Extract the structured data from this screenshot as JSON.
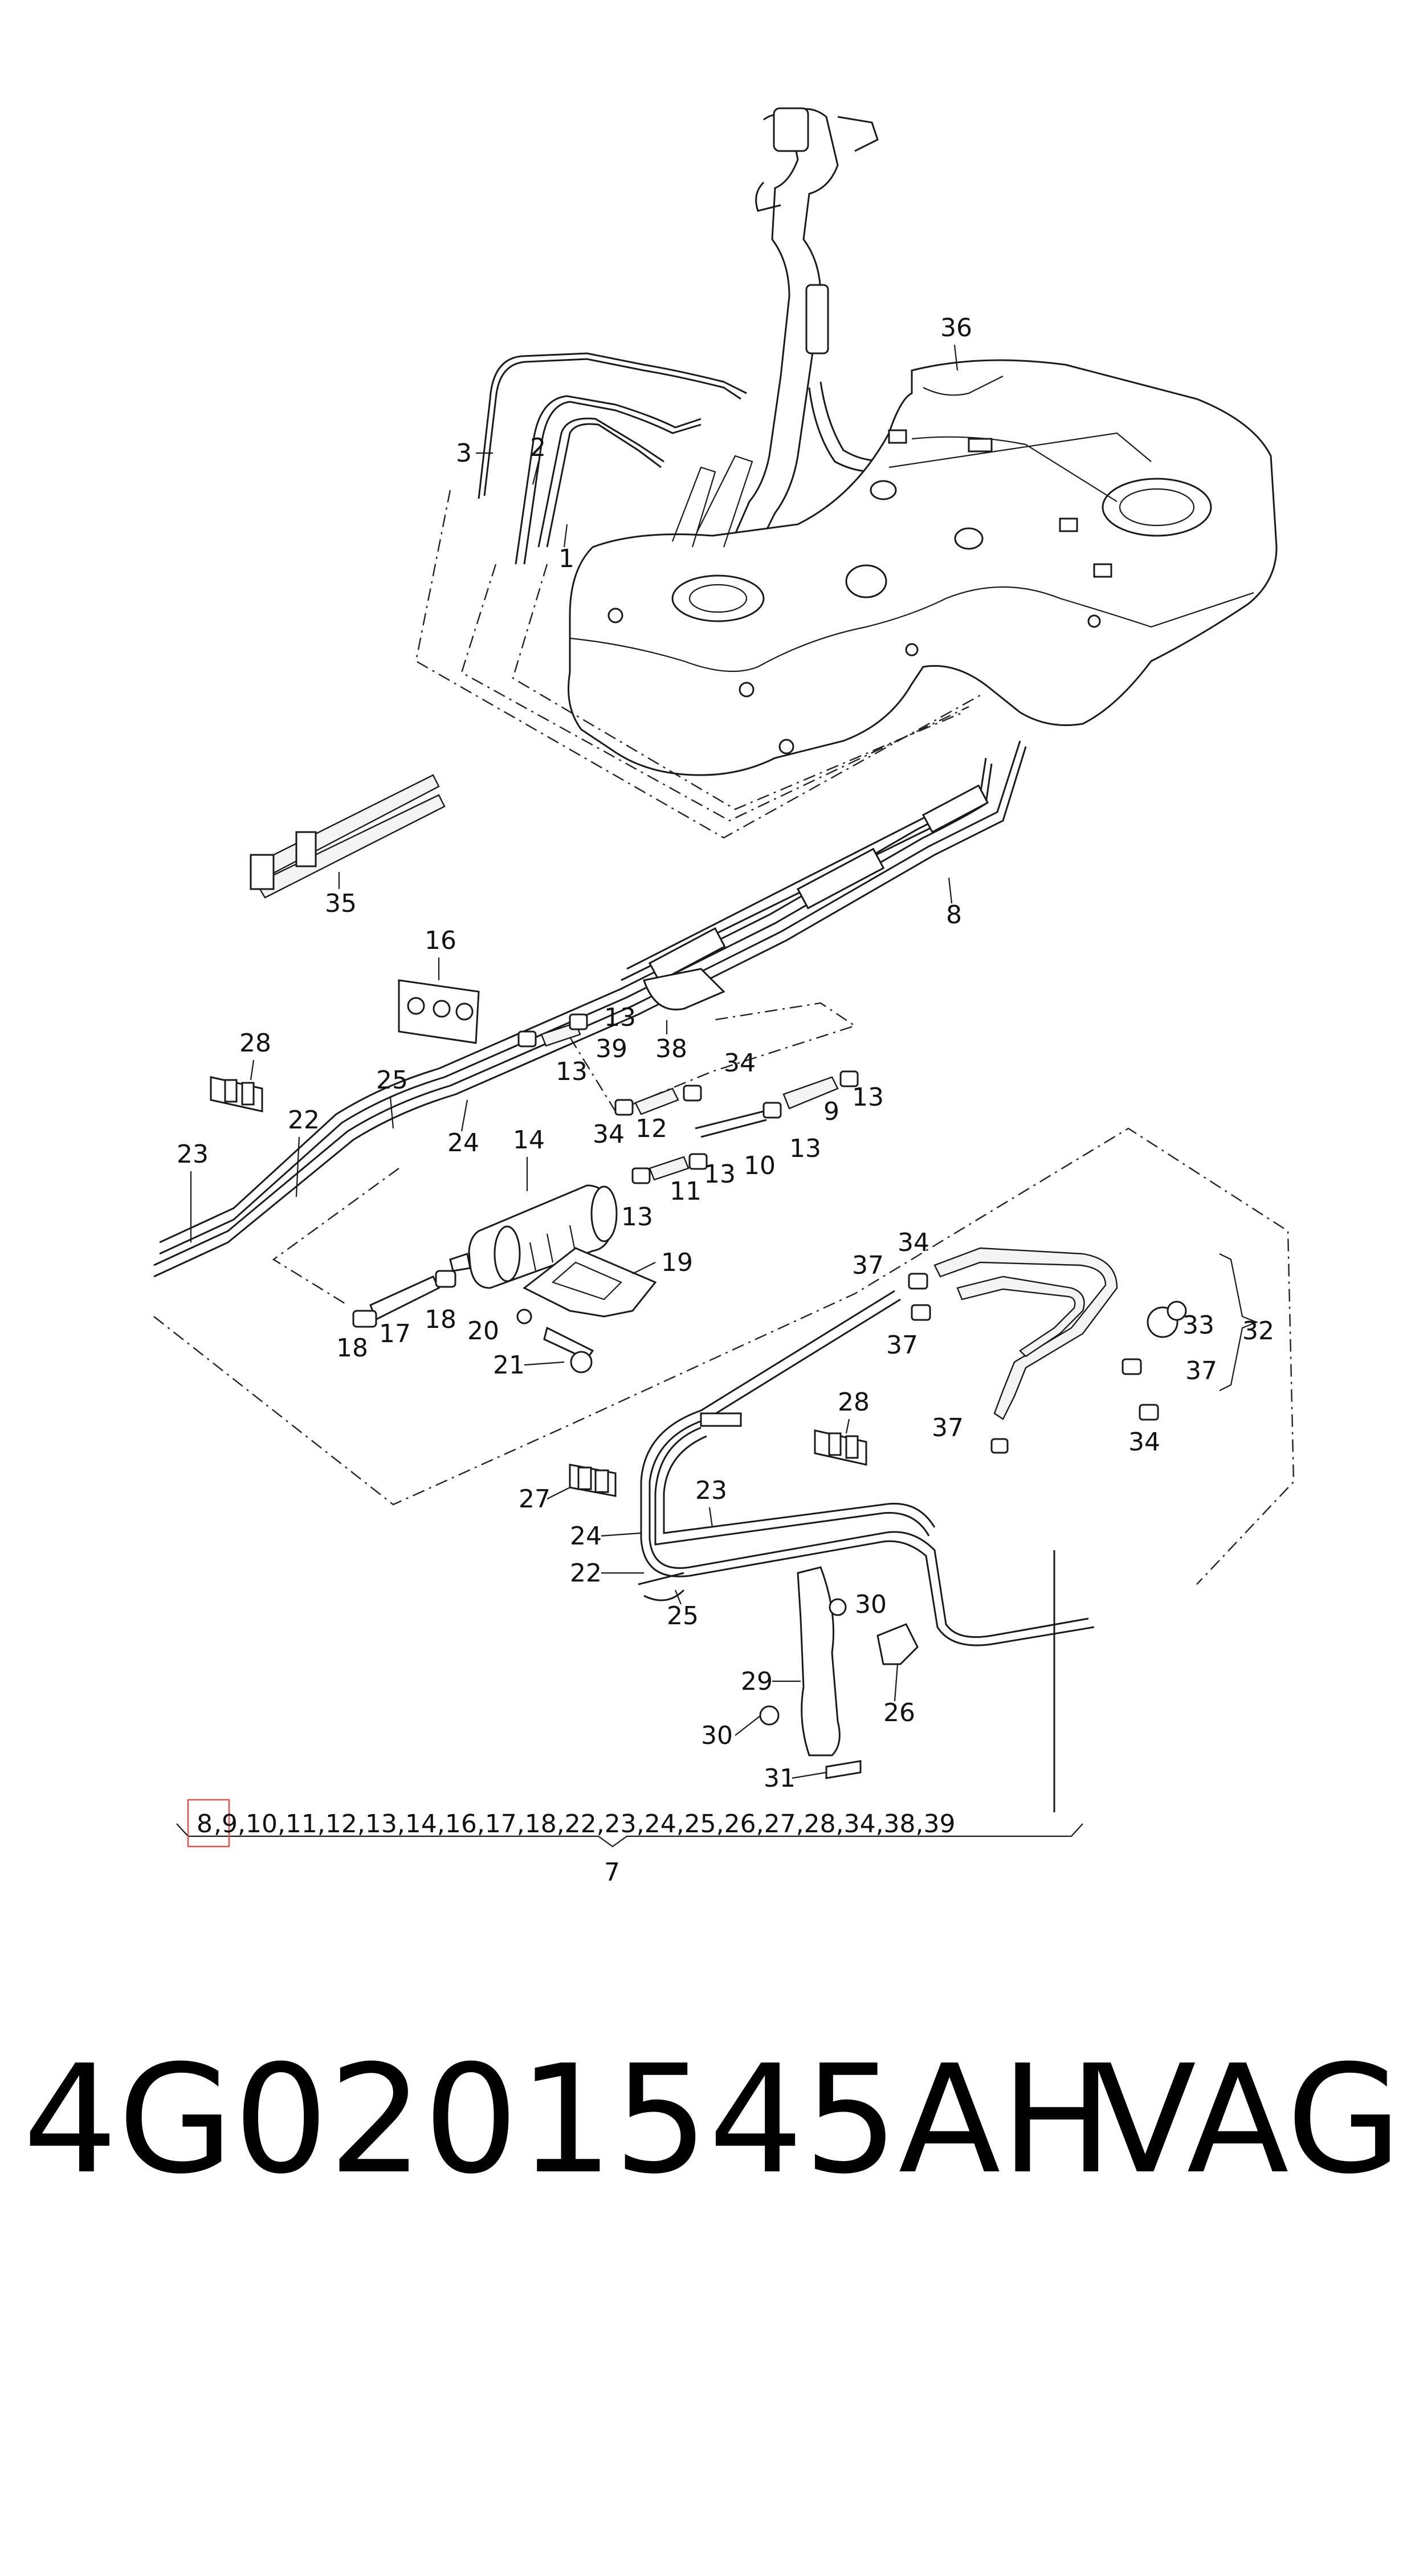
{
  "callouts": {
    "c1": "1",
    "c2": "2",
    "c3": "3",
    "c7": "7",
    "c8": "8",
    "c9": "9",
    "c10": "10",
    "c11": "11",
    "c12": "12",
    "c13a": "13",
    "c13b": "13",
    "c13c": "13",
    "c13d": "13",
    "c13e": "13",
    "c13f": "13",
    "c14": "14",
    "c16": "16",
    "c17": "17",
    "c18a": "18",
    "c18b": "18",
    "c19": "19",
    "c20": "20",
    "c21": "21",
    "c22a": "22",
    "c22b": "22",
    "c23a": "23",
    "c23b": "23",
    "c24a": "24",
    "c24b": "24",
    "c25a": "25",
    "c25b": "25",
    "c26": "26",
    "c27": "27",
    "c28a": "28",
    "c28b": "28",
    "c29": "29",
    "c30a": "30",
    "c30b": "30",
    "c31": "31",
    "c32": "32",
    "c33": "33",
    "c34a": "34",
    "c34b": "34",
    "c34c": "34",
    "c34d": "34",
    "c35": "35",
    "c36": "36",
    "c37a": "37",
    "c37b": "37",
    "c37c": "37",
    "c37d": "37",
    "c38": "38",
    "c39": "39"
  },
  "kit": {
    "first": "8",
    "rest": ",9,10,11,12,13,14,16,17,18,22,23,24,25,26,27,28,34,38,39",
    "parent": "7",
    "highlight_color": "#e05050"
  },
  "footer": {
    "part_number": "4G0201545AH",
    "brand": "VAG"
  }
}
